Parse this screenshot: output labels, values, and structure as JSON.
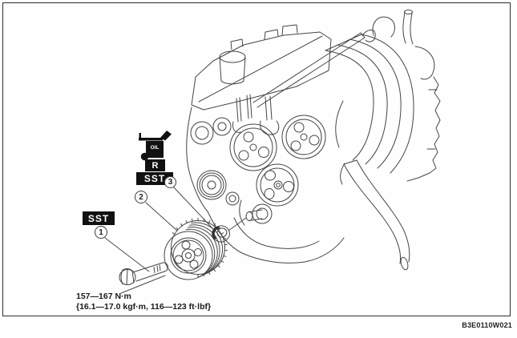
{
  "figure": {
    "labels": {
      "oil": "OIL",
      "r": "R",
      "sst_upper": "SST",
      "sst_lower": "SST"
    },
    "callouts": {
      "c1": "1",
      "c2": "2",
      "c3": "3"
    },
    "torque_spec": {
      "line1": "157—167 N·m",
      "line2": "{16.1—17.0 kgf·m, 116—123 ft·lbf}"
    },
    "figure_code": "B3E0110W021",
    "colors": {
      "line": "#454545",
      "label_bg": "#111111",
      "label_fg": "#ffffff"
    }
  }
}
